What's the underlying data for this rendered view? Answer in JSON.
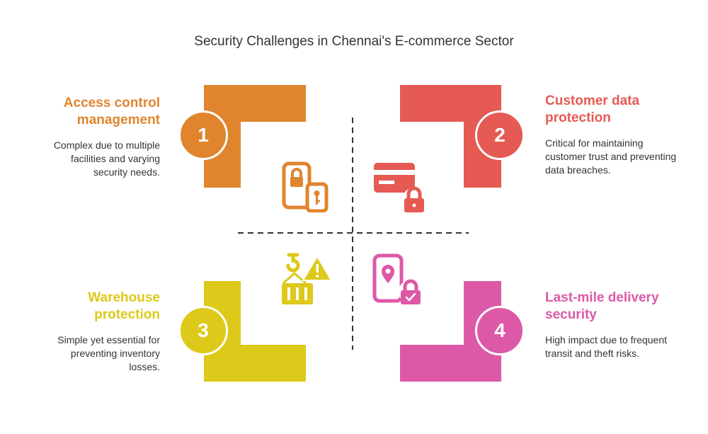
{
  "title": "Security Challenges in Chennai's E-commerce Sector",
  "colors": {
    "orange": "#E0852E",
    "red": "#E65A54",
    "yellow": "#DDC91A",
    "pink": "#DD59A8"
  },
  "items": [
    {
      "number": "1",
      "title": "Access control management",
      "description": "Complex due to multiple facilities and varying security needs.",
      "icon": "phone-lock-key-icon"
    },
    {
      "number": "2",
      "title": "Customer data protection",
      "description": "Critical for maintaining customer trust and preventing data breaches.",
      "icon": "card-lock-icon"
    },
    {
      "number": "3",
      "title": "Warehouse protection",
      "description": "Simple yet essential for preventing inventory losses.",
      "icon": "crane-warning-icon"
    },
    {
      "number": "4",
      "title": "Last-mile delivery security",
      "description": "High impact due to frequent transit and theft risks.",
      "icon": "phone-location-lock-icon"
    }
  ]
}
